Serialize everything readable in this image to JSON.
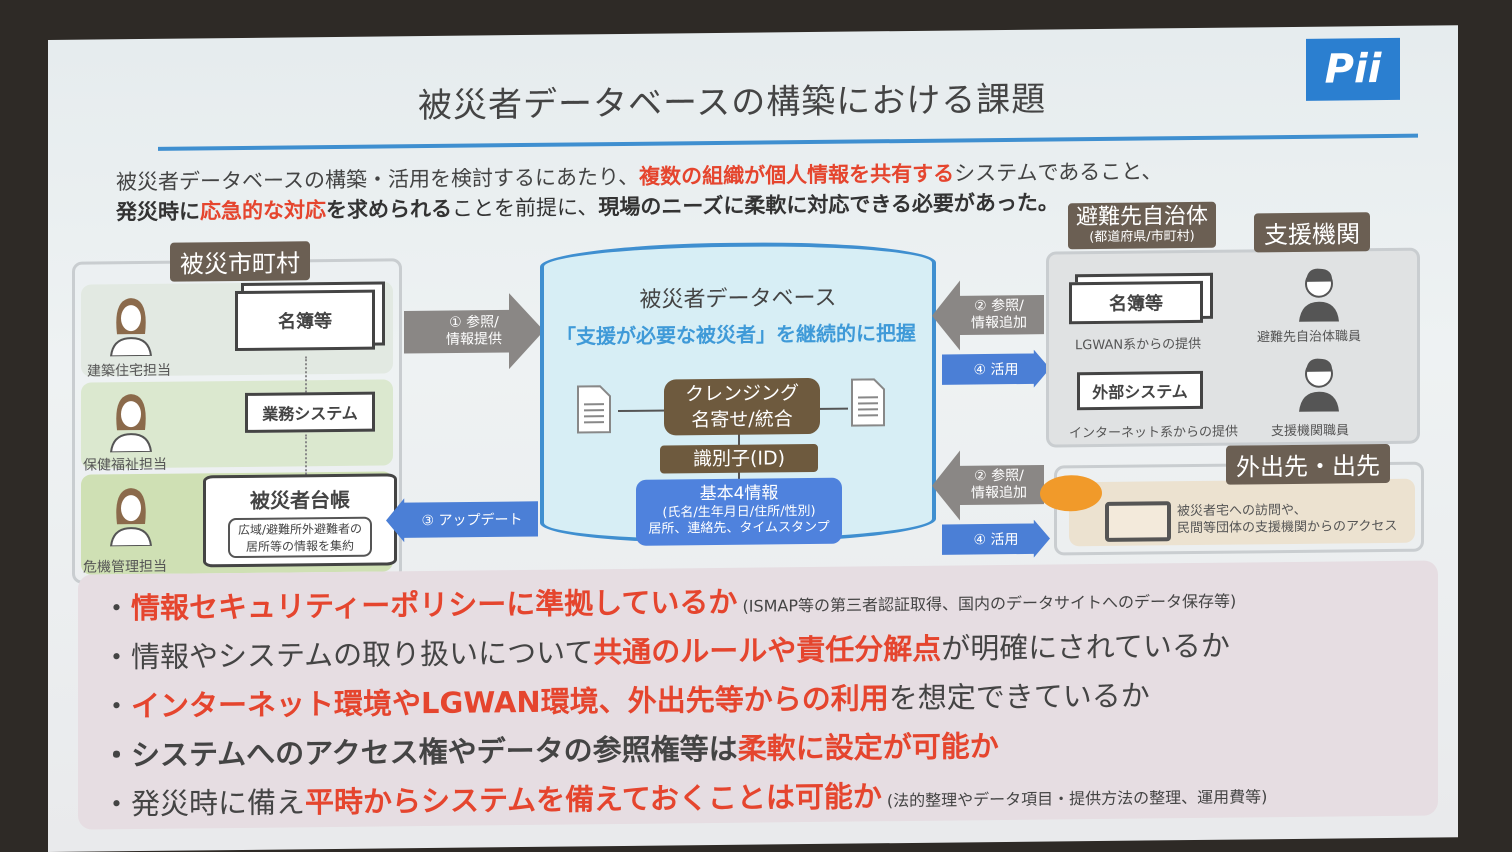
{
  "slide": {
    "title": "被災者データベースの構築における課題",
    "logo_text": "Pii",
    "intro": {
      "line1": [
        "被災者データベースの構築・活用を検討するにあたり、",
        "複数の組織が個人情報を共有する",
        "システムであること、"
      ],
      "line2": [
        "発災時に",
        "応急的な対応",
        "を求められる",
        "ことを前提に、",
        "現場のニーズに柔軟に対応できる必要があった。"
      ]
    },
    "municipality": {
      "tag": "被災市町村",
      "staff": [
        "建築住宅担当",
        "保健福祉担当",
        "危機管理担当"
      ],
      "registry": "名簿等",
      "business_system": "業務システム",
      "ledger_title": "被災者台帳",
      "ledger_sub": [
        "広域/避難所外避難者の",
        "居所等の情報を集約"
      ]
    },
    "arrows": {
      "a1": [
        "① 参照/",
        "情報提供"
      ],
      "a2_top": [
        "② 参照/",
        "情報追加"
      ],
      "a2_bottom": [
        "② 参照/",
        "情報追加"
      ],
      "a3": "③ アップデート",
      "a4_top": "④ 活用",
      "a4_bottom": "④ 活用"
    },
    "database": {
      "title": "被災者データベース",
      "subtitle": "「支援が必要な被災者」を継続的に把握",
      "cleansing": [
        "クレンジング",
        "名寄せ/統合"
      ],
      "identifier": "識別子(ID)",
      "basic_title": "基本4情報",
      "basic_lines": [
        "(氏名/生年月日/住所/性別)",
        "居所、連絡先、タイムスタンプ"
      ]
    },
    "evacuation": {
      "tag": "避難先自治体",
      "tag_sub": "(都道府県/市町村)",
      "support_tag": "支援機関",
      "registry": "名簿等",
      "registry_label": "LGWAN系からの提供",
      "external": "外部システム",
      "external_label": "インターネット系からの提供",
      "staff1": "避難先自治体職員",
      "staff2": "支援機関職員"
    },
    "outing": {
      "tag": "外出先・出先",
      "text": [
        "被災者宅への訪問や、",
        "民間等団体の支援機関からのアクセス"
      ]
    },
    "bullets": [
      {
        "parts": [
          "・",
          "情報セキュリティーポリシーに準拠しているか",
          "",
          " (ISMAP等の第三者認証取得、国内のデータサイトへのデータ保存等)"
        ]
      },
      {
        "parts": [
          "・情報やシステムの取り扱いについて",
          "共通のルールや責任分解点",
          "が明確にされているか",
          ""
        ]
      },
      {
        "parts": [
          "・",
          "インターネット環境やLGWAN環境、外出先等からの利用",
          "を想定できているか",
          ""
        ]
      },
      {
        "parts": [
          "・システムへのアクセス権やデータの参照権等は",
          "柔軟に設定が可能か",
          "",
          ""
        ]
      },
      {
        "parts": [
          "・発災時に備え",
          "平時からシステムを備えておくことは可能か",
          "",
          " (法的整理やデータ項目・提供方法の整理、運用費等)"
        ]
      }
    ],
    "colors": {
      "accent_red": "#e5452e",
      "accent_blue": "#3f8fd0",
      "tag_brown": "#6b5f53"
    }
  }
}
